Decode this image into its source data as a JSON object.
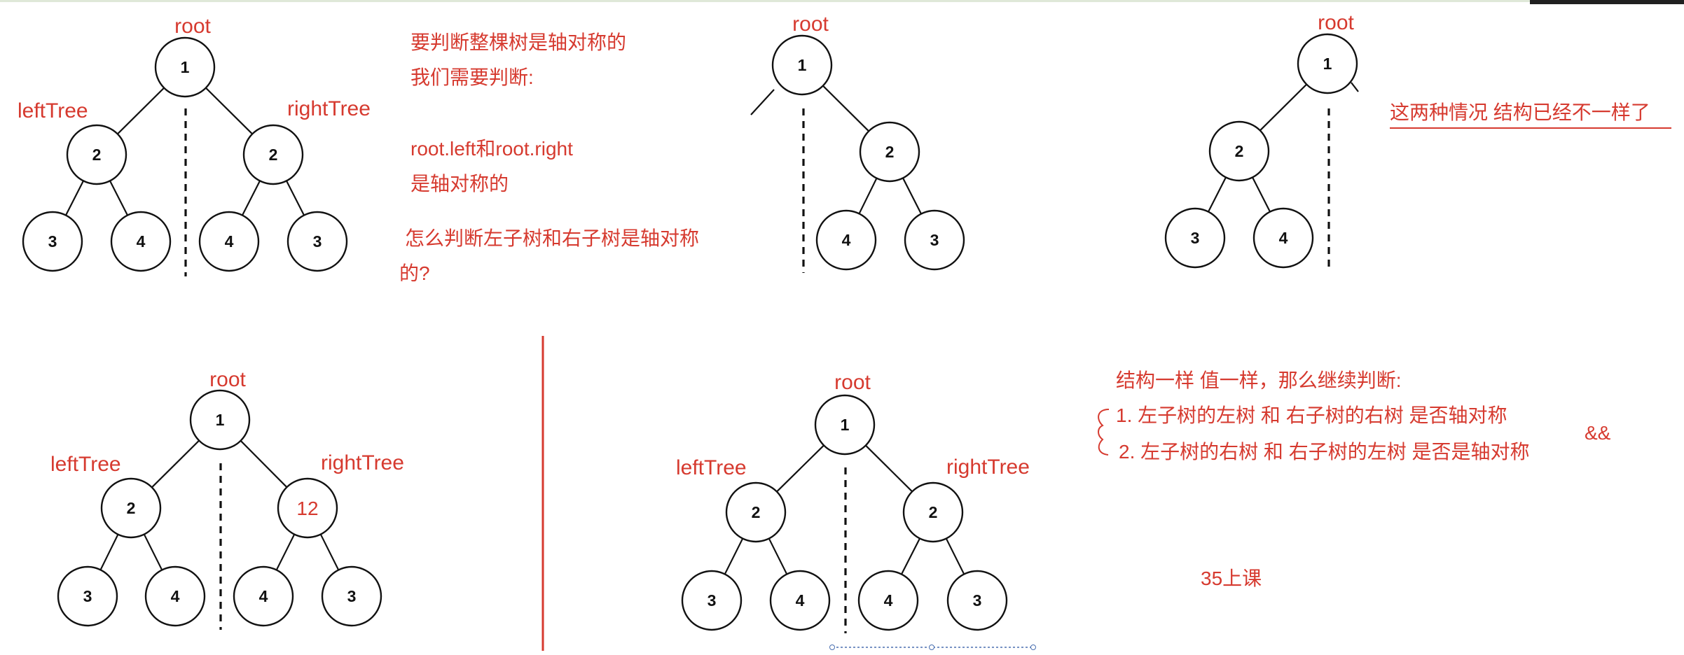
{
  "trees": [
    {
      "id": "tree-top-left",
      "labels": {
        "root": "root",
        "left": "leftTree",
        "right": "rightTree"
      },
      "nodes": [
        {
          "id": "r",
          "value": "1"
        },
        {
          "id": "l",
          "value": "2"
        },
        {
          "id": "rt",
          "value": "2"
        },
        {
          "id": "ll",
          "value": "3"
        },
        {
          "id": "lr",
          "value": "4"
        },
        {
          "id": "rl",
          "value": "4"
        },
        {
          "id": "rr",
          "value": "3"
        }
      ],
      "edges": [
        [
          "r",
          "l"
        ],
        [
          "r",
          "rt"
        ],
        [
          "l",
          "ll"
        ],
        [
          "l",
          "lr"
        ],
        [
          "rt",
          "rl"
        ],
        [
          "rt",
          "rr"
        ]
      ]
    },
    {
      "id": "tree-top-middle",
      "labels": {
        "root": "root"
      },
      "nodes": [
        {
          "id": "r",
          "value": "1"
        },
        {
          "id": "rt",
          "value": "2"
        },
        {
          "id": "rl",
          "value": "4"
        },
        {
          "id": "rr",
          "value": "3"
        }
      ],
      "edges": [
        [
          "r",
          "rt"
        ],
        [
          "rt",
          "rl"
        ],
        [
          "rt",
          "rr"
        ]
      ]
    },
    {
      "id": "tree-top-right",
      "labels": {
        "root": "root"
      },
      "nodes": [
        {
          "id": "r",
          "value": "1"
        },
        {
          "id": "l",
          "value": "2"
        },
        {
          "id": "ll",
          "value": "3"
        },
        {
          "id": "lr",
          "value": "4"
        }
      ],
      "edges": [
        [
          "r",
          "l"
        ],
        [
          "l",
          "ll"
        ],
        [
          "l",
          "lr"
        ]
      ]
    },
    {
      "id": "tree-bottom-left",
      "labels": {
        "root": "root",
        "left": "leftTree",
        "right": "rightTree"
      },
      "nodes": [
        {
          "id": "r",
          "value": "1"
        },
        {
          "id": "l",
          "value": "2"
        },
        {
          "id": "rt",
          "value": "12",
          "highlight": true
        },
        {
          "id": "ll",
          "value": "3"
        },
        {
          "id": "lr",
          "value": "4"
        },
        {
          "id": "rl",
          "value": "4"
        },
        {
          "id": "rr",
          "value": "3"
        }
      ],
      "edges": [
        [
          "r",
          "l"
        ],
        [
          "r",
          "rt"
        ],
        [
          "l",
          "ll"
        ],
        [
          "l",
          "lr"
        ],
        [
          "rt",
          "rl"
        ],
        [
          "rt",
          "rr"
        ]
      ]
    },
    {
      "id": "tree-bottom-middle",
      "labels": {
        "root": "root",
        "left": "leftTree",
        "right": "rightTree"
      },
      "nodes": [
        {
          "id": "r",
          "value": "1"
        },
        {
          "id": "l",
          "value": "2"
        },
        {
          "id": "rt",
          "value": "2"
        },
        {
          "id": "ll",
          "value": "3"
        },
        {
          "id": "lr",
          "value": "4"
        },
        {
          "id": "rl",
          "value": "4"
        },
        {
          "id": "rr",
          "value": "3"
        }
      ],
      "edges": [
        [
          "r",
          "l"
        ],
        [
          "r",
          "rt"
        ],
        [
          "l",
          "ll"
        ],
        [
          "l",
          "lr"
        ],
        [
          "rt",
          "rl"
        ],
        [
          "rt",
          "rr"
        ]
      ]
    }
  ],
  "notes": {
    "judge_whole": "要判断整棵树是轴对称的",
    "we_need": "我们需要判断:",
    "left_right": "root.left和root.right",
    "is_symmetric": "是轴对称的",
    "how_judge_1": "怎么判断左子树和右子树是轴对称",
    "how_judge_2": "的?",
    "structure_diff": "这两种情况 结构已经不一样了",
    "continue_judge": "结构一样 值一样，那么继续判断:",
    "item1": "1. 左子树的左树  和  右子树的右树  是否轴对称",
    "item2": "2. 左子树的右树 和 右子树的左树 是否是轴对称",
    "and_op": "&&",
    "class_time": "35上课"
  },
  "colors": {
    "accent": "#d63a2f",
    "ink": "#111111"
  }
}
